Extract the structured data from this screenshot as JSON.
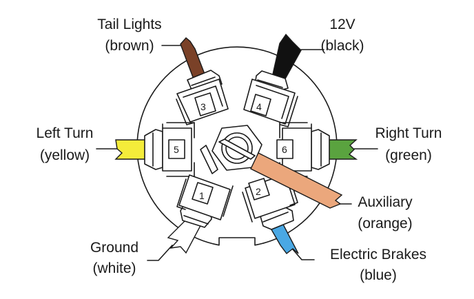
{
  "wires": {
    "tail_lights": {
      "name": "Tail Lights",
      "color_text": "(brown)",
      "pin": "3",
      "color": "#7a4128"
    },
    "twelve_v": {
      "name": "12V",
      "color_text": "(black)",
      "pin": "4",
      "color": "#111111"
    },
    "left_turn": {
      "name": "Left Turn",
      "color_text": "(yellow)",
      "pin": "5",
      "color": "#f4ec3a"
    },
    "right_turn": {
      "name": "Right Turn",
      "color_text": "(green)",
      "pin": "6",
      "color": "#5aa33f"
    },
    "ground": {
      "name": "Ground",
      "color_text": "(white)",
      "pin": "1",
      "color": "#ffffff"
    },
    "electric_brakes": {
      "name": "Electric Brakes",
      "color_text": "(blue)",
      "pin": "2",
      "color": "#4aa8e4"
    },
    "auxiliary": {
      "name": "Auxiliary",
      "color_text": "(orange)",
      "color": "#eba77c"
    }
  }
}
